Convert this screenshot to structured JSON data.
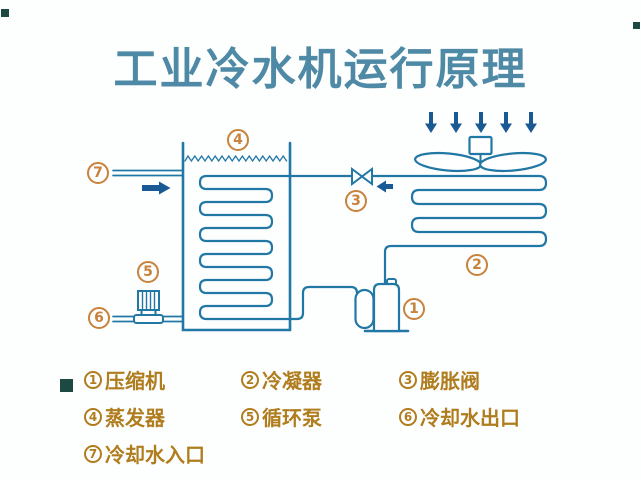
{
  "title": "工业冷水机运行原理",
  "colors": {
    "title": "#4e89a6",
    "line": "#2178a5",
    "arrow": "#1a5a94",
    "badge": "#c8823c",
    "legend": "#b07d1e",
    "watermark": "#1c4a42"
  },
  "diagram": {
    "labels": [
      "1",
      "2",
      "3",
      "4",
      "5",
      "6",
      "7"
    ]
  },
  "legend": {
    "items": [
      {
        "num": "1",
        "label": "压缩机"
      },
      {
        "num": "2",
        "label": "冷凝器"
      },
      {
        "num": "3",
        "label": "膨胀阀"
      },
      {
        "num": "4",
        "label": "蒸发器"
      },
      {
        "num": "5",
        "label": "循环泵"
      },
      {
        "num": "6",
        "label": "冷却水出口"
      },
      {
        "num": "7",
        "label": "冷却水入口"
      }
    ]
  }
}
